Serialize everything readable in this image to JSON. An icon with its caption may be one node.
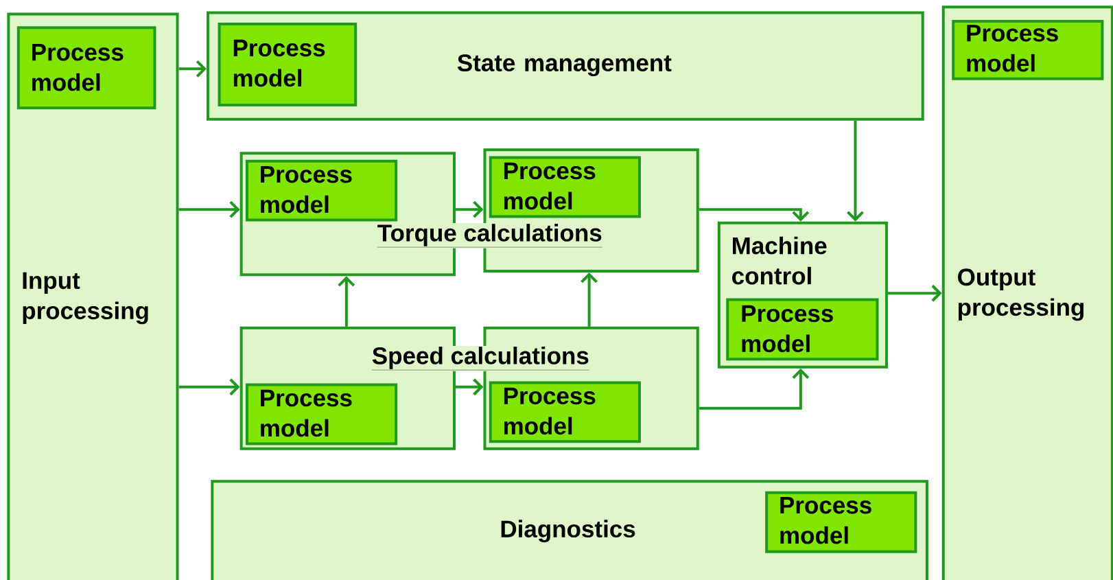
{
  "diagram": {
    "nodes": [
      {
        "text": [
          "Input processing"
        ]
      },
      {
        "text": [
          "Process model"
        ],
        "in": 0
      },
      {
        "text": [
          "State management"
        ]
      },
      {
        "text": [
          "Process model"
        ],
        "in": 2
      },
      {
        "text": [
          "Output processing"
        ]
      },
      {
        "text": [
          "Process model"
        ],
        "in": 4
      },
      {
        "text": [],
        "shape": "box"
      },
      {
        "text": [
          "Process model"
        ],
        "in": 6
      },
      {
        "text": [],
        "shape": "box"
      },
      {
        "text": [
          "Process model"
        ],
        "in": 8
      },
      {
        "text": [
          "Machine control"
        ]
      },
      {
        "text": [
          "Process model"
        ],
        "in": 10
      },
      {
        "text": [],
        "shape": "box"
      },
      {
        "text": [
          "Process model"
        ],
        "in": 12
      },
      {
        "text": [],
        "shape": "box"
      },
      {
        "text": [
          "Process model"
        ],
        "in": 14
      },
      {
        "text": [
          "Diagnostics"
        ]
      },
      {
        "text": [
          "Process model"
        ],
        "in": 16
      }
    ],
    "edges": [
      {
        "from": 0,
        "to": 2,
        "arrow": "to"
      },
      {
        "from": 0,
        "to": 6,
        "arrow": "to"
      },
      {
        "from": 0,
        "to": 12,
        "arrow": "to"
      },
      {
        "from": 6,
        "to": 8,
        "arrow": "to"
      },
      {
        "from": 12,
        "to": 14,
        "arrow": "to"
      },
      {
        "from": 12,
        "to": 6,
        "arrow": "to"
      },
      {
        "from": 14,
        "to": 8,
        "arrow": "to"
      },
      {
        "from": 8,
        "to": 10,
        "arrow": "to"
      },
      {
        "from": 2,
        "to": 10,
        "arrow": "to"
      },
      {
        "from": 14,
        "to": 10,
        "arrow": "to"
      },
      {
        "from": 10,
        "to": 4,
        "arrow": "to"
      }
    ],
    "labels": [
      "Torque calculations",
      "Speed calculations"
    ]
  }
}
